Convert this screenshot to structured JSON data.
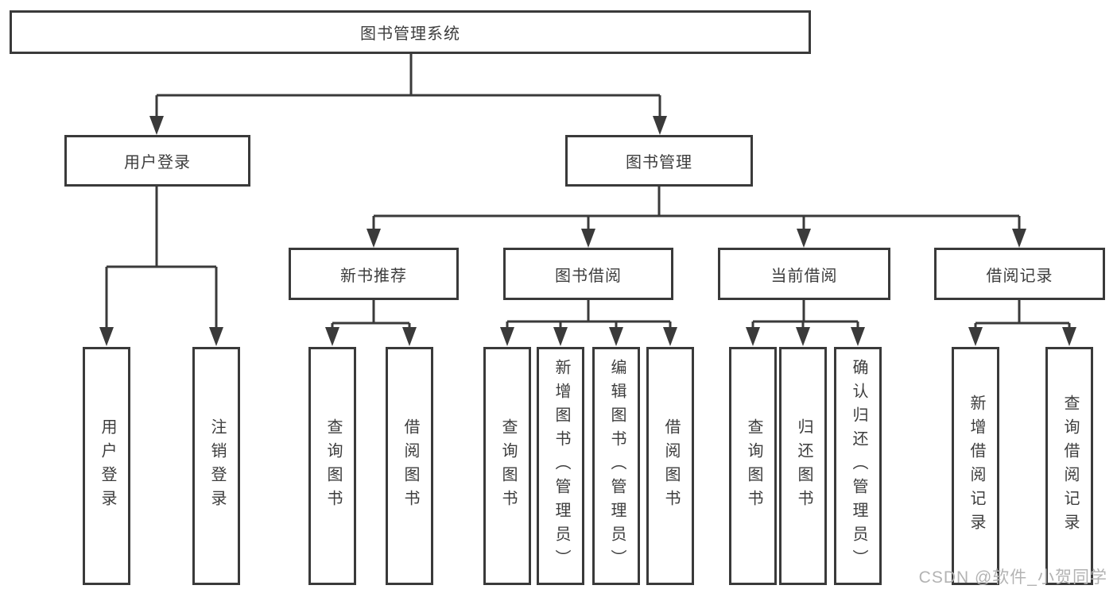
{
  "diagram": {
    "root": {
      "label": "图书管理系统"
    },
    "level2": [
      {
        "label": "用户登录"
      },
      {
        "label": "图书管理"
      }
    ],
    "level3": [
      {
        "label": "新书推荐"
      },
      {
        "label": "图书借阅"
      },
      {
        "label": "当前借阅"
      },
      {
        "label": "借阅记录"
      }
    ],
    "leaves": [
      {
        "label": "用户登录"
      },
      {
        "label": "注销登录"
      },
      {
        "label": "查询图书"
      },
      {
        "label": "借阅图书"
      },
      {
        "label": "查询图书"
      },
      {
        "label": "新增图书（管理员）"
      },
      {
        "label": "编辑图书（管理员）"
      },
      {
        "label": "借阅图书"
      },
      {
        "label": "查询图书"
      },
      {
        "label": "归还图书"
      },
      {
        "label": "确认归还（管理员）"
      },
      {
        "label": "新增借阅记录"
      },
      {
        "label": "查询借阅记录"
      }
    ]
  },
  "watermark": {
    "text": "CSDN @软件_小贺同学"
  },
  "colors": {
    "line": "#3a3a3a",
    "box_border": "#3a3a3a",
    "text": "#3d3d3d",
    "watermark": "#b3b3b3",
    "background": "#ffffff"
  }
}
